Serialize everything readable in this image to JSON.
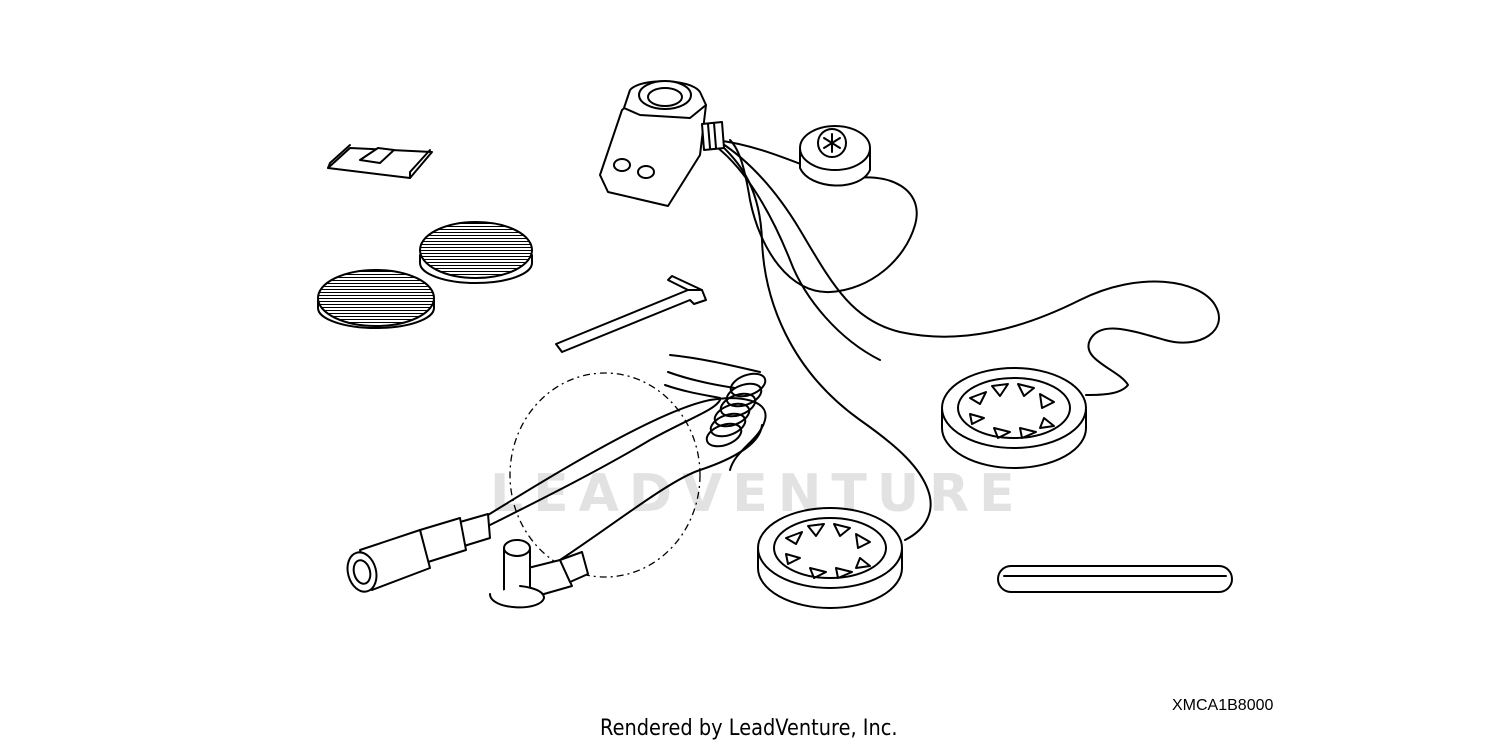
{
  "figure": {
    "watermark_text": "LEADVENTURE",
    "part_code": "XMCA1B8000",
    "credit": "Rendered by LeadVenture, Inc."
  },
  "parts": [
    {
      "name": "adhesive-tab",
      "icon": "tab-icon"
    },
    {
      "name": "velcro-pad",
      "count": 2
    },
    {
      "name": "hex-key",
      "icon": "allen-wrench-icon"
    },
    {
      "name": "control-unit",
      "icon": "junction-icon"
    },
    {
      "name": "microphone",
      "icon": "mic-icon"
    },
    {
      "name": "speaker",
      "count": 2
    },
    {
      "name": "coiled-cable",
      "icon": "cable-icon"
    },
    {
      "name": "connector-plug",
      "count": 2
    },
    {
      "name": "foam-strip",
      "icon": "strip-icon"
    }
  ]
}
